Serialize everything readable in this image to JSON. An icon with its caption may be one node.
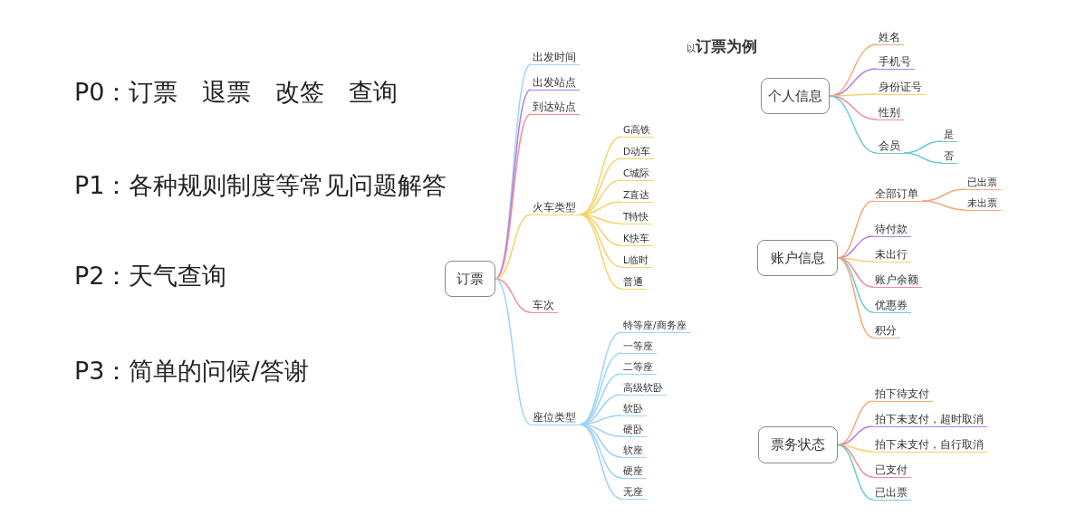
{
  "diagram": {
    "title": "以**订票为例**",
    "nodes": [
      {
        "text": [
          "订票"
        ]
      },
      {
        "text": [
          "出发时间"
        ]
      },
      {
        "text": [
          "出发站点"
        ]
      },
      {
        "text": [
          "到达站点"
        ]
      },
      {
        "text": [
          "火车类型"
        ]
      },
      {
        "text": [
          "G高铁"
        ]
      },
      {
        "text": [
          "D动车"
        ]
      },
      {
        "text": [
          "C城际"
        ]
      },
      {
        "text": [
          "Z直达"
        ]
      },
      {
        "text": [
          "T特快"
        ]
      },
      {
        "text": [
          "K快车"
        ]
      },
      {
        "text": [
          "L临时"
        ]
      },
      {
        "text": [
          "普通"
        ]
      },
      {
        "text": [
          "车次"
        ]
      },
      {
        "text": [
          "座位类型"
        ]
      },
      {
        "text": [
          "特等座/商务座"
        ]
      },
      {
        "text": [
          "一等座"
        ]
      },
      {
        "text": [
          "二等座"
        ]
      },
      {
        "text": [
          "高级软卧"
        ]
      },
      {
        "text": [
          "软卧"
        ]
      },
      {
        "text": [
          "硬卧"
        ]
      },
      {
        "text": [
          "软座"
        ]
      },
      {
        "text": [
          "硬座"
        ]
      },
      {
        "text": [
          "无座"
        ]
      },
      {
        "text": [
          "个人信息"
        ]
      },
      {
        "text": [
          "姓名"
        ]
      },
      {
        "text": [
          "手机号"
        ]
      },
      {
        "text": [
          "身份证号"
        ]
      },
      {
        "text": [
          "性别"
        ]
      },
      {
        "text": [
          "会员"
        ]
      },
      {
        "text": [
          "是"
        ]
      },
      {
        "text": [
          "否"
        ]
      },
      {
        "text": [
          "账户信息"
        ]
      },
      {
        "text": [
          "全部订单"
        ]
      },
      {
        "text": [
          "已出票"
        ]
      },
      {
        "text": [
          "未出票"
        ]
      },
      {
        "text": [
          "待付款"
        ]
      },
      {
        "text": [
          "未出行"
        ]
      },
      {
        "text": [
          "账户余额"
        ]
      },
      {
        "text": [
          "优惠券"
        ]
      },
      {
        "text": [
          "积分"
        ]
      },
      {
        "text": [
          "票务状态"
        ]
      },
      {
        "text": [
          "拍下待支付"
        ]
      },
      {
        "text": [
          "拍下未支付，超时取消"
        ]
      },
      {
        "text": [
          "拍下未支付，自行取消"
        ]
      },
      {
        "text": [
          "已支付"
        ]
      },
      {
        "text": [
          "已出票"
        ]
      }
    ],
    "edges": [
      {
        "from": 0,
        "to": 1,
        "arrow": "none",
        "color": "#9fd3f7"
      },
      {
        "from": 0,
        "to": 2,
        "arrow": "none",
        "color": "#b57be0"
      },
      {
        "from": 0,
        "to": 3,
        "arrow": "none",
        "color": "#f28b95"
      },
      {
        "from": 0,
        "to": 4,
        "arrow": "none",
        "color": "#f7d36b"
      },
      {
        "from": 4,
        "to": 5,
        "arrow": "none",
        "color": "#f7d36b"
      },
      {
        "from": 4,
        "to": 6,
        "arrow": "none",
        "color": "#f7d36b"
      },
      {
        "from": 4,
        "to": 7,
        "arrow": "none",
        "color": "#f7d36b"
      },
      {
        "from": 4,
        "to": 8,
        "arrow": "none",
        "color": "#f7d36b"
      },
      {
        "from": 4,
        "to": 9,
        "arrow": "none",
        "color": "#f7d36b"
      },
      {
        "from": 4,
        "to": 10,
        "arrow": "none",
        "color": "#f7d36b"
      },
      {
        "from": 4,
        "to": 11,
        "arrow": "none",
        "color": "#f7d36b"
      },
      {
        "from": 4,
        "to": 12,
        "arrow": "none",
        "color": "#f7d36b"
      },
      {
        "from": 0,
        "to": 13,
        "arrow": "none",
        "color": "#f28b95"
      },
      {
        "from": 0,
        "to": 14,
        "arrow": "none",
        "color": "#9fd3f7"
      },
      {
        "from": 14,
        "to": 15,
        "arrow": "none",
        "color": "#9fd3f7"
      },
      {
        "from": 14,
        "to": 16,
        "arrow": "none",
        "color": "#9fd3f7"
      },
      {
        "from": 14,
        "to": 17,
        "arrow": "none",
        "color": "#9fd3f7"
      },
      {
        "from": 14,
        "to": 18,
        "arrow": "none",
        "color": "#9fd3f7"
      },
      {
        "from": 14,
        "to": 19,
        "arrow": "none",
        "color": "#9fd3f7"
      },
      {
        "from": 14,
        "to": 20,
        "arrow": "none",
        "color": "#9fd3f7"
      },
      {
        "from": 14,
        "to": 21,
        "arrow": "none",
        "color": "#9fd3f7"
      },
      {
        "from": 14,
        "to": 22,
        "arrow": "none",
        "color": "#9fd3f7"
      },
      {
        "from": 14,
        "to": 23,
        "arrow": "none",
        "color": "#9fd3f7"
      },
      {
        "from": 24,
        "to": 25,
        "arrow": "none",
        "color": "#f5a977"
      },
      {
        "from": 24,
        "to": 26,
        "arrow": "none",
        "color": "#b57be0"
      },
      {
        "from": 24,
        "to": 27,
        "arrow": "none",
        "color": "#f7d36b"
      },
      {
        "from": 24,
        "to": 28,
        "arrow": "none",
        "color": "#f28b95"
      },
      {
        "from": 24,
        "to": 29,
        "arrow": "none",
        "color": "#6ccbd0"
      },
      {
        "from": 29,
        "to": 30,
        "arrow": "none",
        "color": "#6ccbd0"
      },
      {
        "from": 29,
        "to": 31,
        "arrow": "none",
        "color": "#6ccbd0"
      },
      {
        "from": 32,
        "to": 33,
        "arrow": "none",
        "color": "#f5a977"
      },
      {
        "from": 33,
        "to": 34,
        "arrow": "none",
        "color": "#f5a977"
      },
      {
        "from": 33,
        "to": 35,
        "arrow": "none",
        "color": "#f5a977"
      },
      {
        "from": 32,
        "to": 36,
        "arrow": "none",
        "color": "#b57be0"
      },
      {
        "from": 32,
        "to": 37,
        "arrow": "none",
        "color": "#f7d36b"
      },
      {
        "from": 32,
        "to": 38,
        "arrow": "none",
        "color": "#f28b95"
      },
      {
        "from": 32,
        "to": 39,
        "arrow": "none",
        "color": "#6ccbd0"
      },
      {
        "from": 32,
        "to": 40,
        "arrow": "none",
        "color": "#f5a977"
      },
      {
        "from": 41,
        "to": 42,
        "arrow": "none",
        "color": "#f5a977"
      },
      {
        "from": 41,
        "to": 43,
        "arrow": "none",
        "color": "#b57be0"
      },
      {
        "from": 41,
        "to": 44,
        "arrow": "none",
        "color": "#f7d36b"
      },
      {
        "from": 41,
        "to": 45,
        "arrow": "none",
        "color": "#f28b95"
      },
      {
        "from": 41,
        "to": 46,
        "arrow": "none",
        "color": "#6ccbd0"
      }
    ],
    "labels": [
      "P0：订票　退票　改签　查询",
      "P1：各种规则制度等常见问题解答",
      "P2：天气查询",
      "P3：简单的问候/答谢"
    ]
  }
}
